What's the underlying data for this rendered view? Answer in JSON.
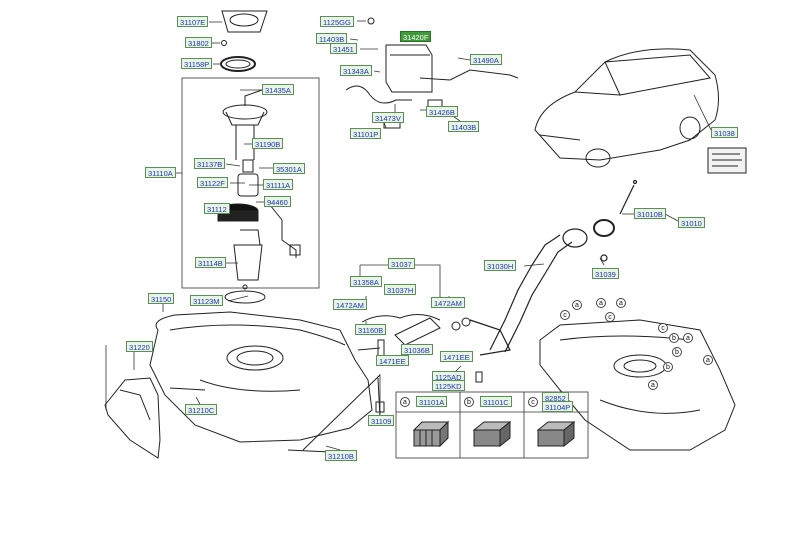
{
  "colors": {
    "label_bg": "#e8f5e4",
    "label_border": "#5a8f55",
    "label_text": "#1c34c0",
    "highlight_bg": "#3f9a3a",
    "line": "#333333"
  },
  "labels": {
    "l31107E": "31107E",
    "l31802": "31802",
    "l31158P": "31158P",
    "l31435A": "31435A",
    "l31190B": "31190B",
    "l31137B": "31137B",
    "l35301A": "35301A",
    "l31122F": "31122F",
    "l31111A": "31111A",
    "l31110A": "31110A",
    "l31112": "31112",
    "l94460": "94460",
    "l31114B": "31114B",
    "l31123M": "31123M",
    "l31150": "31150",
    "l31220": "31220",
    "l31210C": "31210C",
    "l1125GG": "1125GG",
    "l11403B_a": "11403B",
    "l31451": "31451",
    "l31420F": "31420F",
    "l31343A": "31343A",
    "l31490A": "31490A",
    "l31426B": "31426B",
    "l31473V": "31473V",
    "l11403B_b": "11403B",
    "l31101P": "31101P",
    "l31038": "31038",
    "l31010B": "31010B",
    "l31010": "31010",
    "l31030H": "31030H",
    "l31039": "31039",
    "l31037": "31037",
    "l31358A": "31358A",
    "l31037H": "31037H",
    "l1472AM_a": "1472AM",
    "l1472AM_b": "1472AM",
    "l31160B": "31160B",
    "l31036B": "31036B",
    "l1471EE_a": "1471EE",
    "l1471EE_b": "1471EE",
    "l1125AD": "1125AD",
    "l1125KD": "1125KD",
    "l31109": "31109",
    "l31210B": "31210B",
    "l31101A": "31101A",
    "l31101C": "31101C",
    "l82852": "82852",
    "l31104P": "31104P"
  },
  "table_keys": [
    "a",
    "b",
    "c"
  ],
  "tank_callouts": [
    "c",
    "a",
    "a",
    "a",
    "c",
    "b",
    "a",
    "b",
    "a",
    "c",
    "b",
    "a"
  ]
}
